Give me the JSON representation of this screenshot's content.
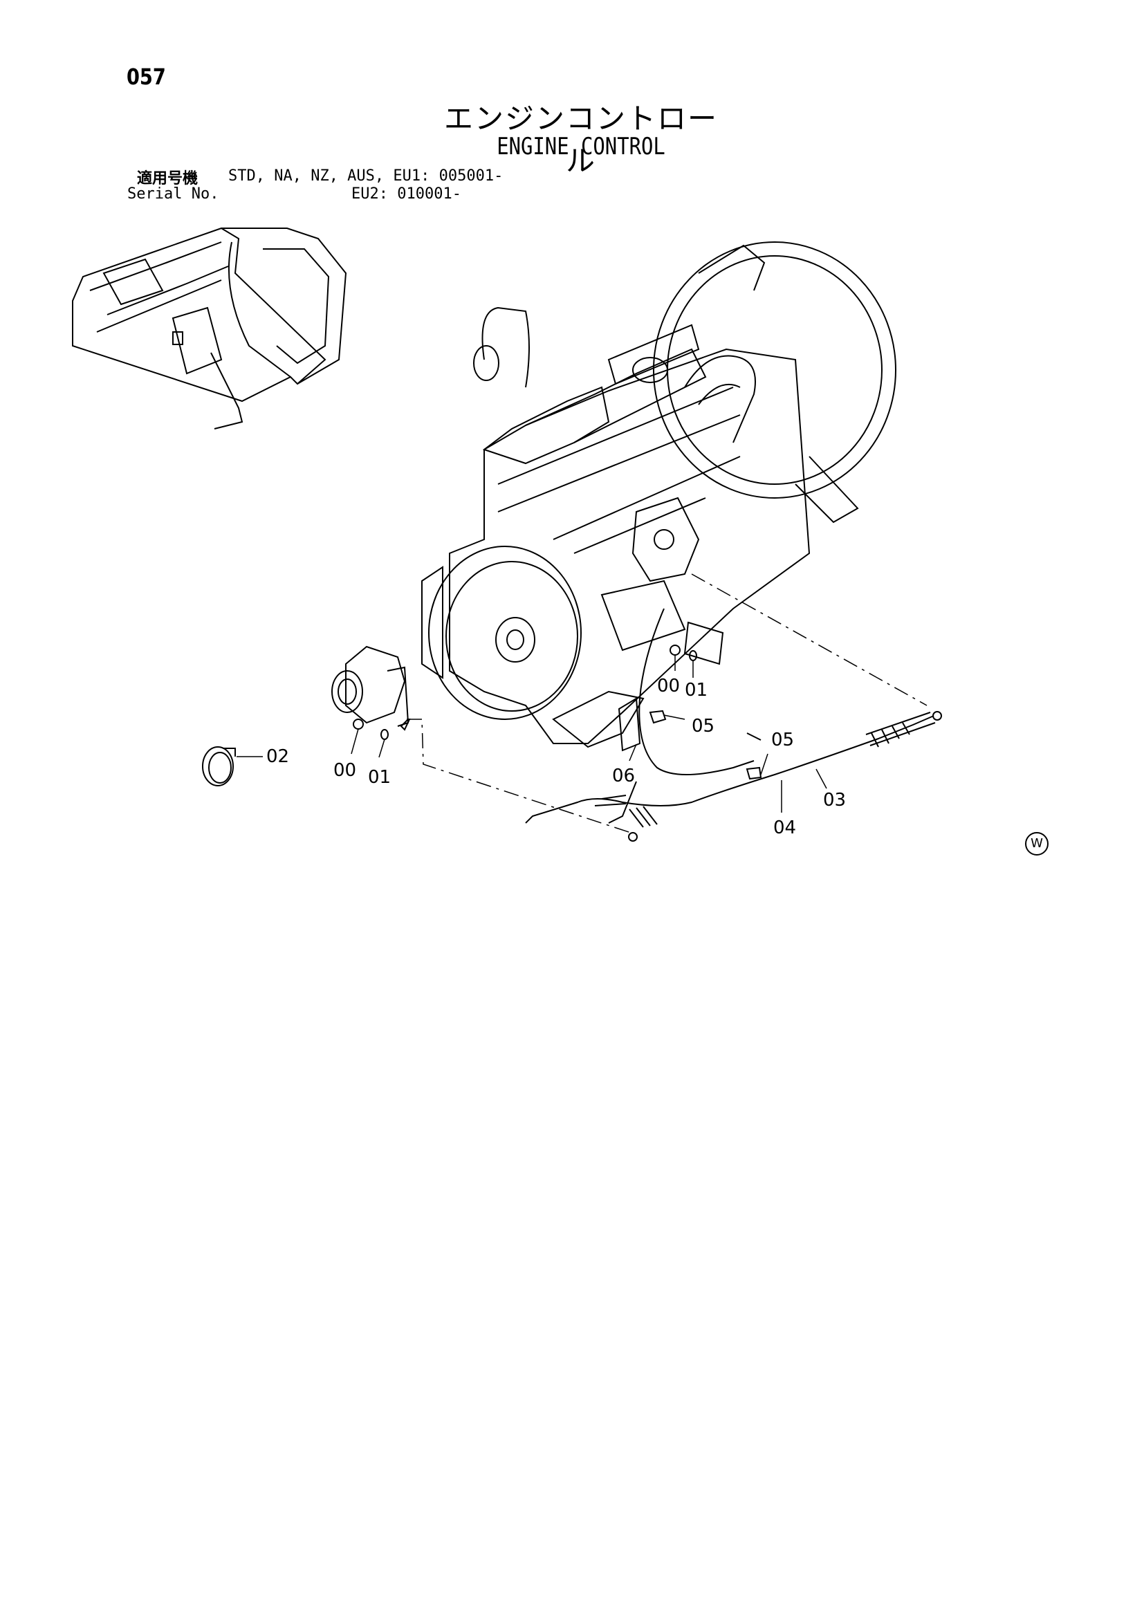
{
  "page": {
    "number": "057"
  },
  "title": {
    "japanese": "エンジンコントロール",
    "english": "ENGINE CONTROL"
  },
  "serial": {
    "label_jp": "適用号機",
    "label_en": "Serial No.",
    "line1": "STD, NA, NZ, AUS, EU1: 005001-",
    "line2": "EU2: 010001-"
  },
  "callouts": {
    "c00a": "00",
    "c01a": "01",
    "c02": "02",
    "c00b": "00",
    "c01b": "01",
    "c05a": "05",
    "c06": "06",
    "c05b": "05",
    "c03": "03",
    "c04": "04"
  },
  "mark": "W"
}
